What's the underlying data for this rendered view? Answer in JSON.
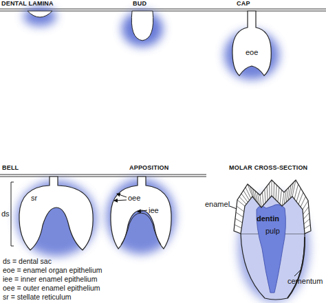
{
  "diagram": {
    "labels": [
      "DENTAL LAMINA",
      "BUD",
      "CAP",
      "eoe",
      "BELL",
      "APPOSITION",
      "MOLAR CROSS-SECTION",
      "ds",
      "sr",
      "oee",
      "iee",
      "enamel",
      "dentin",
      "pulp",
      "cementum",
      "ds = dental sac",
      "eoe = enamel organ epithelium",
      "iee = inner enamel epithelium",
      "oee = outer enamel epithelium",
      "sr = stellate reticulum"
    ]
  }
}
